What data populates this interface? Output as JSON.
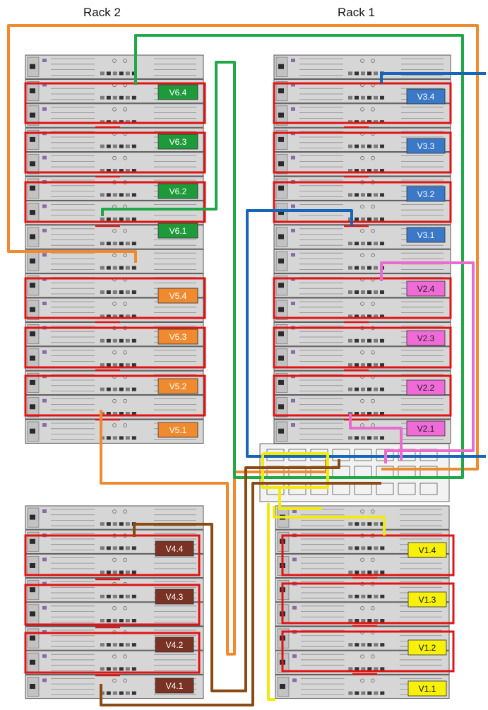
{
  "racks": {
    "left_title": "Rack 2",
    "right_title": "Rack 1"
  },
  "colors": {
    "orange": "#ef8a2e",
    "green": "#20a848",
    "blue": "#1565b8",
    "pink": "#ec6ad0",
    "yellow": "#f2ea0c",
    "brown": "#8a4a14",
    "red_box": "#e01414",
    "label_green": "#1f9a3a",
    "label_blue": "#3a78c8",
    "label_orange": "#ef8a2e",
    "label_pink": "#f06ad8",
    "label_brown": "#7a3224",
    "label_yellow": "#f6f00a"
  },
  "volumes": {
    "v6_4": "V6.4",
    "v6_3": "V6.3",
    "v6_2": "V6.2",
    "v6_1": "V6.1",
    "v5_4": "V5.4",
    "v5_3": "V5.3",
    "v5_2": "V5.2",
    "v5_1": "V5.1",
    "v4_4": "V4.4",
    "v4_3": "V4.3",
    "v4_2": "V4.2",
    "v4_1": "V4.1",
    "v3_4": "V3.4",
    "v3_3": "V3.3",
    "v3_2": "V3.2",
    "v3_1": "V3.1",
    "v2_4": "V2.4",
    "v2_3": "V2.3",
    "v2_2": "V2.2",
    "v2_1": "V2.1",
    "v1_4": "V1.4",
    "v1_3": "V1.3",
    "v1_2": "V1.2",
    "v1_1": "V1.1"
  }
}
